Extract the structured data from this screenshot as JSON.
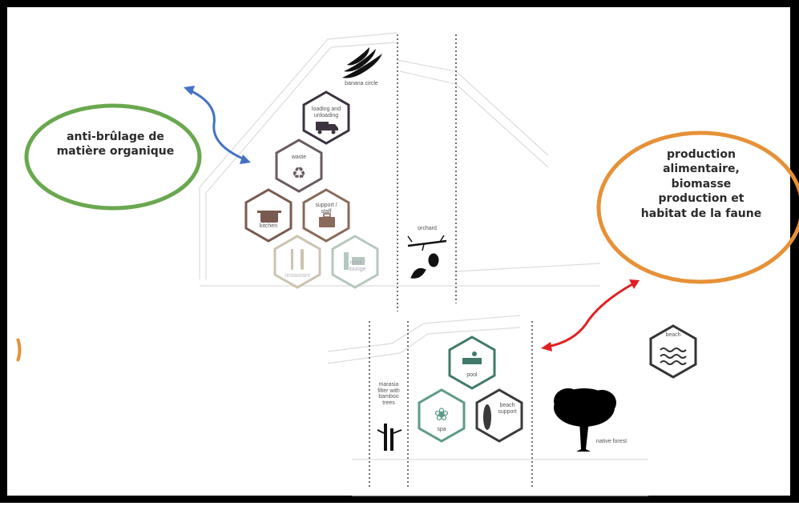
{
  "callouts": {
    "left": {
      "text": "anti-brûlage de matière organique",
      "color": "#6aa84f"
    },
    "right": {
      "text": "production alimentaire, biomasse production et habitat de la faune",
      "color": "#e69138"
    }
  },
  "arrows": {
    "blue": "#4472c4",
    "red": "#e02020"
  },
  "hex_labels": {
    "banana": "banana circle",
    "loading": "loading and unloading",
    "waste": "waste",
    "kitchen": "kitchen",
    "support": "support / staff",
    "restaurant": "restaurant",
    "relax": "relax / lounge",
    "orchard": "orchard",
    "pool": "pool",
    "spa": "spa",
    "beach_support": "beach support",
    "beach": "beach",
    "bamboo": "marasia filter with bamboo trees",
    "native_forest": "native forest"
  },
  "colors": {
    "hex_dark": "#3d3340",
    "hex_brown": "#7a5a50",
    "hex_green": "#4d8c7a",
    "hex_faded": "#b8b0a0"
  }
}
